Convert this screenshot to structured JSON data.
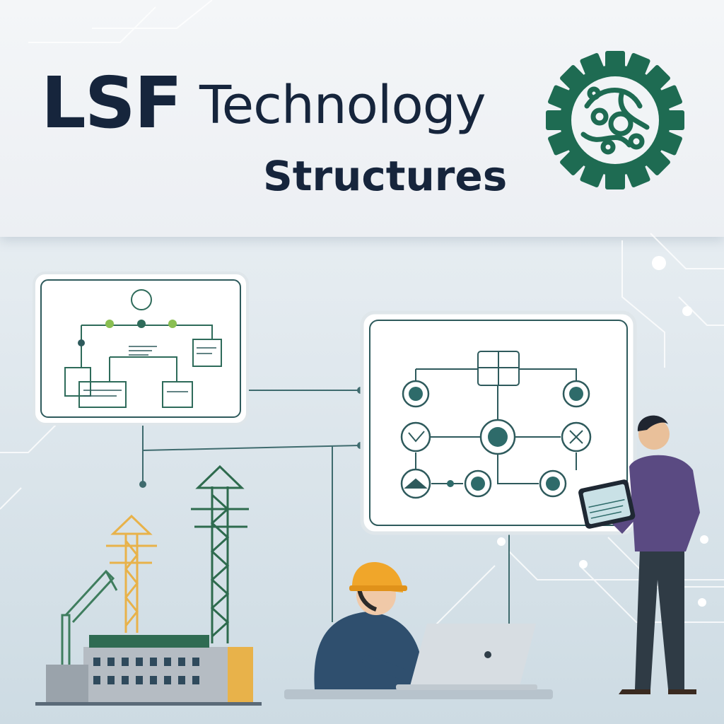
{
  "title": {
    "line1_brand": "LSF",
    "line1_word": "Technology",
    "line2": "Structures"
  },
  "icons": {
    "header_logo": "gear-icon",
    "worker_helmet": "hard-hat-icon",
    "laptop": "laptop-icon",
    "tablet": "tablet-icon"
  },
  "colors": {
    "title_text": "#16253c",
    "gear_green": "#1e6b52",
    "crane_yellow": "#e8b24a",
    "jacket_purple": "#5a4a82",
    "helmet_orange": "#f0a62a"
  }
}
